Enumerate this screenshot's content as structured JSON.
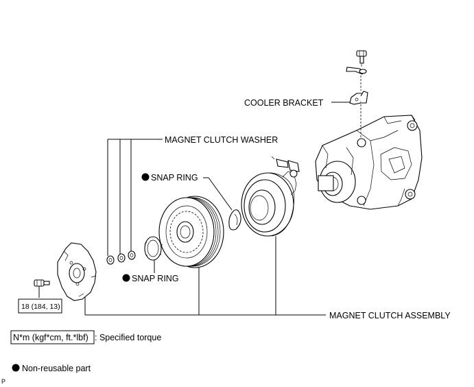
{
  "labels": {
    "cooler_bracket": "COOLER BRACKET",
    "magnet_clutch_washer": "MAGNET CLUTCH WASHER",
    "snap_ring_upper": "SNAP RING",
    "snap_ring_lower": "SNAP RING",
    "magnet_clutch_assembly": "MAGNET CLUTCH ASSEMBLY",
    "torque_value": "18 (184, 13)"
  },
  "legend": {
    "torque_box": "N*m (kgf*cm, ft.*lbf)",
    "torque_desc": ": Specified torque",
    "non_reusable": "Non-reusable part"
  },
  "footer": {
    "code": "P"
  }
}
